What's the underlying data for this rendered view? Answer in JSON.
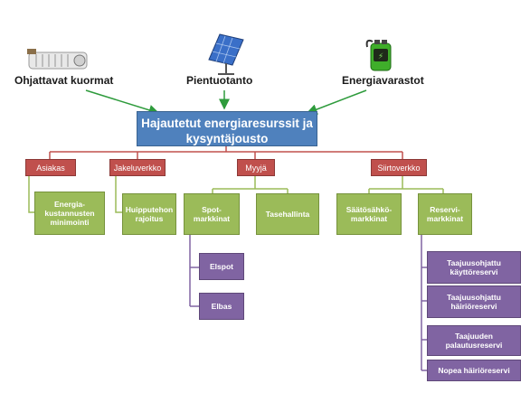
{
  "sources": {
    "controllable_loads": "Ohjattavat kuormat",
    "small_production": "Pientuotanto",
    "energy_storage": "Energiavarastot"
  },
  "main": {
    "title": "Hajautetut energiaresurssit ja kysyntäjousto"
  },
  "categories": {
    "customer": "Asiakas",
    "distribution": "Jakeluverkko",
    "seller": "Myyjä",
    "transmission": "Siirtoverkko"
  },
  "green": {
    "energy_cost_min": "Energia-\nkustannusten\nminimointi",
    "peak_limit": "Huipputehon\nrajoitus",
    "spot_markets": "Spot-markkinat",
    "balance_mgmt": "Tasehallinta",
    "regulating_power": "Säätösähkö-\nmarkkinat",
    "reserve_markets": "Reservi-\nmarkkinat"
  },
  "purple": {
    "elspot": "Elspot",
    "elbas": "Elbas",
    "fcr_n": "Taajuusohjattu\nkäyttöreservi",
    "fcr_d": "Taajuusohjattu\nhäiriöreservi",
    "frr": "Taajuuden\npalautusreservi",
    "ffr": "Nopea häiriöreservi"
  },
  "colors": {
    "blue": "#4f81bd",
    "red": "#c0504d",
    "green": "#9bbb59",
    "purple": "#8064a2",
    "arrow_green": "#2e9b3c"
  }
}
